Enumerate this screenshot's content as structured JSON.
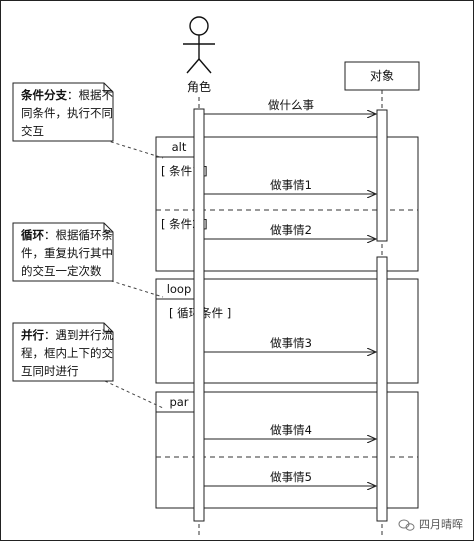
{
  "actor": {
    "label": "角色"
  },
  "object": {
    "label": "对象"
  },
  "messages": {
    "m0": "做什么事",
    "m1": "做事情1",
    "m2": "做事情2",
    "m3": "做事情3",
    "m4": "做事情4",
    "m5": "做事情5"
  },
  "fragments": {
    "alt": {
      "tag": "alt",
      "guard1": "[ 条件1 ]",
      "guard2": "[ 条件2 ]"
    },
    "loop": {
      "tag": "loop",
      "guard": "[ 循环条件 ]"
    },
    "par": {
      "tag": "par"
    }
  },
  "notes": {
    "alt": {
      "bold": "条件分支",
      "line1": "：根据不",
      "line2": "同条件，执行不同",
      "line3": "交互"
    },
    "loop": {
      "bold": "循环",
      "line1": "：根据循环条",
      "line2": "件，重复执行其中",
      "line3": "的交互一定次数"
    },
    "par": {
      "bold": "并行",
      "line1": "：遇到并行流",
      "line2": "程，框内上下的交",
      "line3": "互同时进行"
    }
  },
  "watermark": {
    "text": "四月晴晖"
  }
}
